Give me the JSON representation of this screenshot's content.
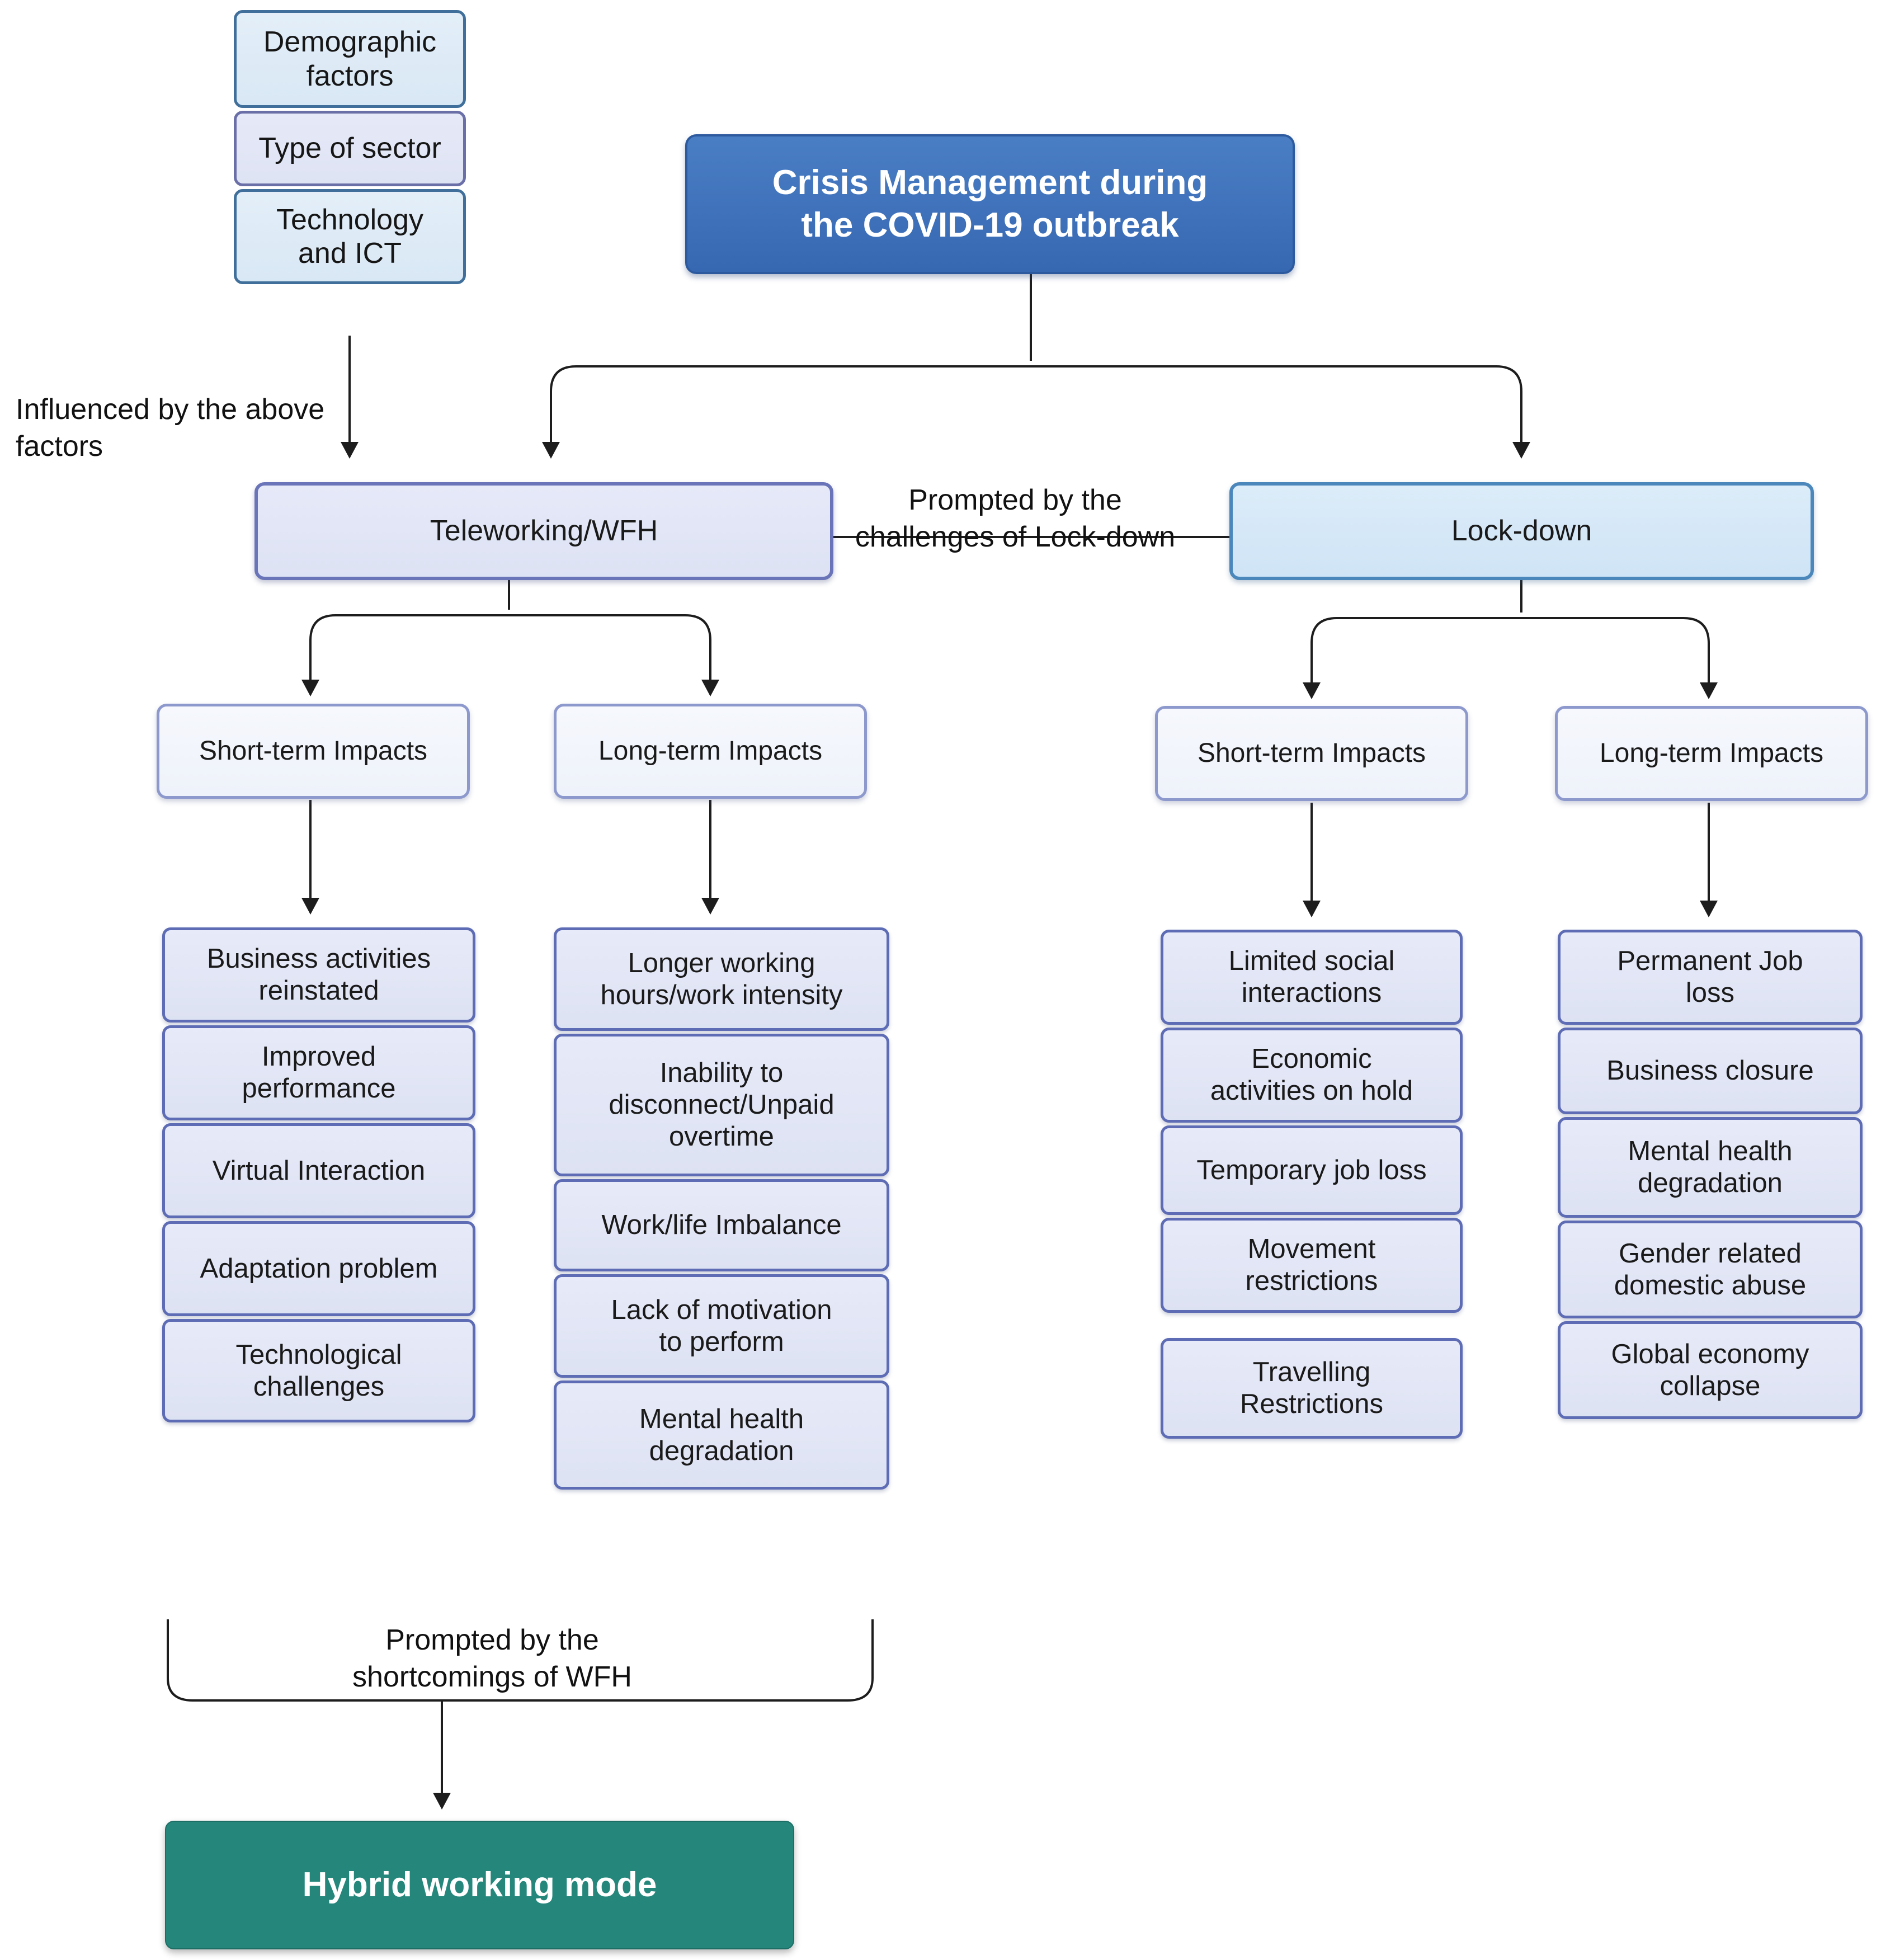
{
  "diagram": {
    "title_node": "Crisis Management during\nthe COVID-19 outbreak",
    "hybrid_node": "Hybrid working mode",
    "factors": [
      "Demographic\nfactors",
      "Type of sector",
      "Technology\nand ICT"
    ],
    "branches": {
      "teleworking": "Teleworking/WFH",
      "lockdown": "Lock-down"
    },
    "annotations": {
      "influenced": "Influenced by the above\nfactors",
      "prompted_lockdown": "Prompted by the\nchallenges of Lock-down",
      "prompted_wfh": "Prompted by the\nshortcomings of WFH"
    },
    "impact_headers": {
      "wfh_short": "Short-term Impacts",
      "wfh_long": "Long-term Impacts",
      "ld_short": "Short-term Impacts",
      "ld_long": "Long-term Impacts"
    },
    "wfh_short_items": [
      "Business activities\nreinstated",
      "Improved\nperformance",
      "Virtual Interaction",
      "Adaptation problem",
      "Technological\nchallenges"
    ],
    "wfh_long_items": [
      "Longer working\nhours/work intensity",
      "Inability to\ndisconnect/Unpaid\novertime",
      "Work/life Imbalance",
      "Lack of motivation\nto perform",
      "Mental health\ndegradation"
    ],
    "ld_short_items": [
      "Limited social\ninteractions",
      "Economic\nactivities on hold",
      "Temporary job loss",
      "Movement\nrestrictions",
      "Travelling\nRestrictions"
    ],
    "ld_long_items": [
      "Permanent Job\nloss",
      "Business closure",
      "Mental health\ndegradation",
      "Gender related\ndomestic abuse",
      "Global economy\ncollapse"
    ],
    "colors": {
      "title_blue": "#3E76BE",
      "hybrid_teal": "#25877C",
      "factor_fill": "#DEEAF6",
      "factor_border": "#3F6F9A",
      "item_fill": "#E2E6F5",
      "item_border": "#5D6CB4",
      "lockdown_fill": "#D5E8F7",
      "connector": "#1D1D1D"
    }
  }
}
